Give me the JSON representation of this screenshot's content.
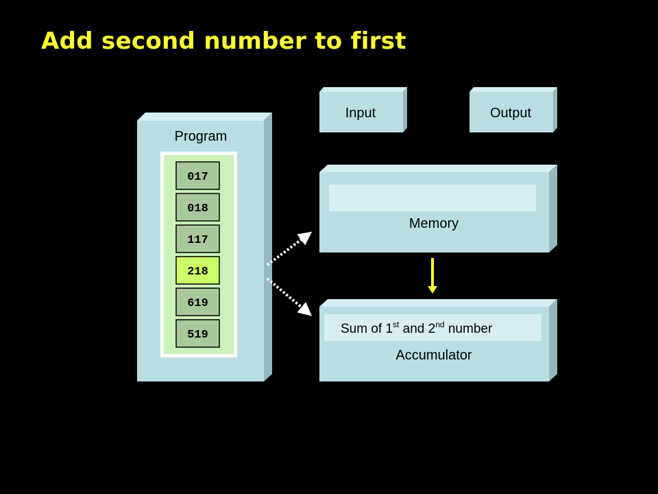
{
  "title": "Add second number to first",
  "program": {
    "label": "Program",
    "instructions": [
      "017",
      "018",
      "117",
      "218",
      "619",
      "519"
    ],
    "highlighted_index": 3
  },
  "input": {
    "label": "Input"
  },
  "output": {
    "label": "Output"
  },
  "memory": {
    "label": "Memory",
    "value": ""
  },
  "accumulator": {
    "label": "Accumulator",
    "value_parts": {
      "a": "Sum of 1",
      "a_sup": "st",
      "b": " and 2",
      "b_sup": "nd",
      "c": " number"
    }
  },
  "colors": {
    "background": "#000000",
    "title": "#ffff33",
    "box_face": "#b9dde3",
    "box_side": "#95b9bf",
    "memory_slot": "#d9eef2",
    "program_inner": "#ccf0bb",
    "instruction": "#aac89e",
    "instruction_active": "#ccff66",
    "arrow_dotted": "#ffffff",
    "arrow_transfer": "#ffff33"
  }
}
